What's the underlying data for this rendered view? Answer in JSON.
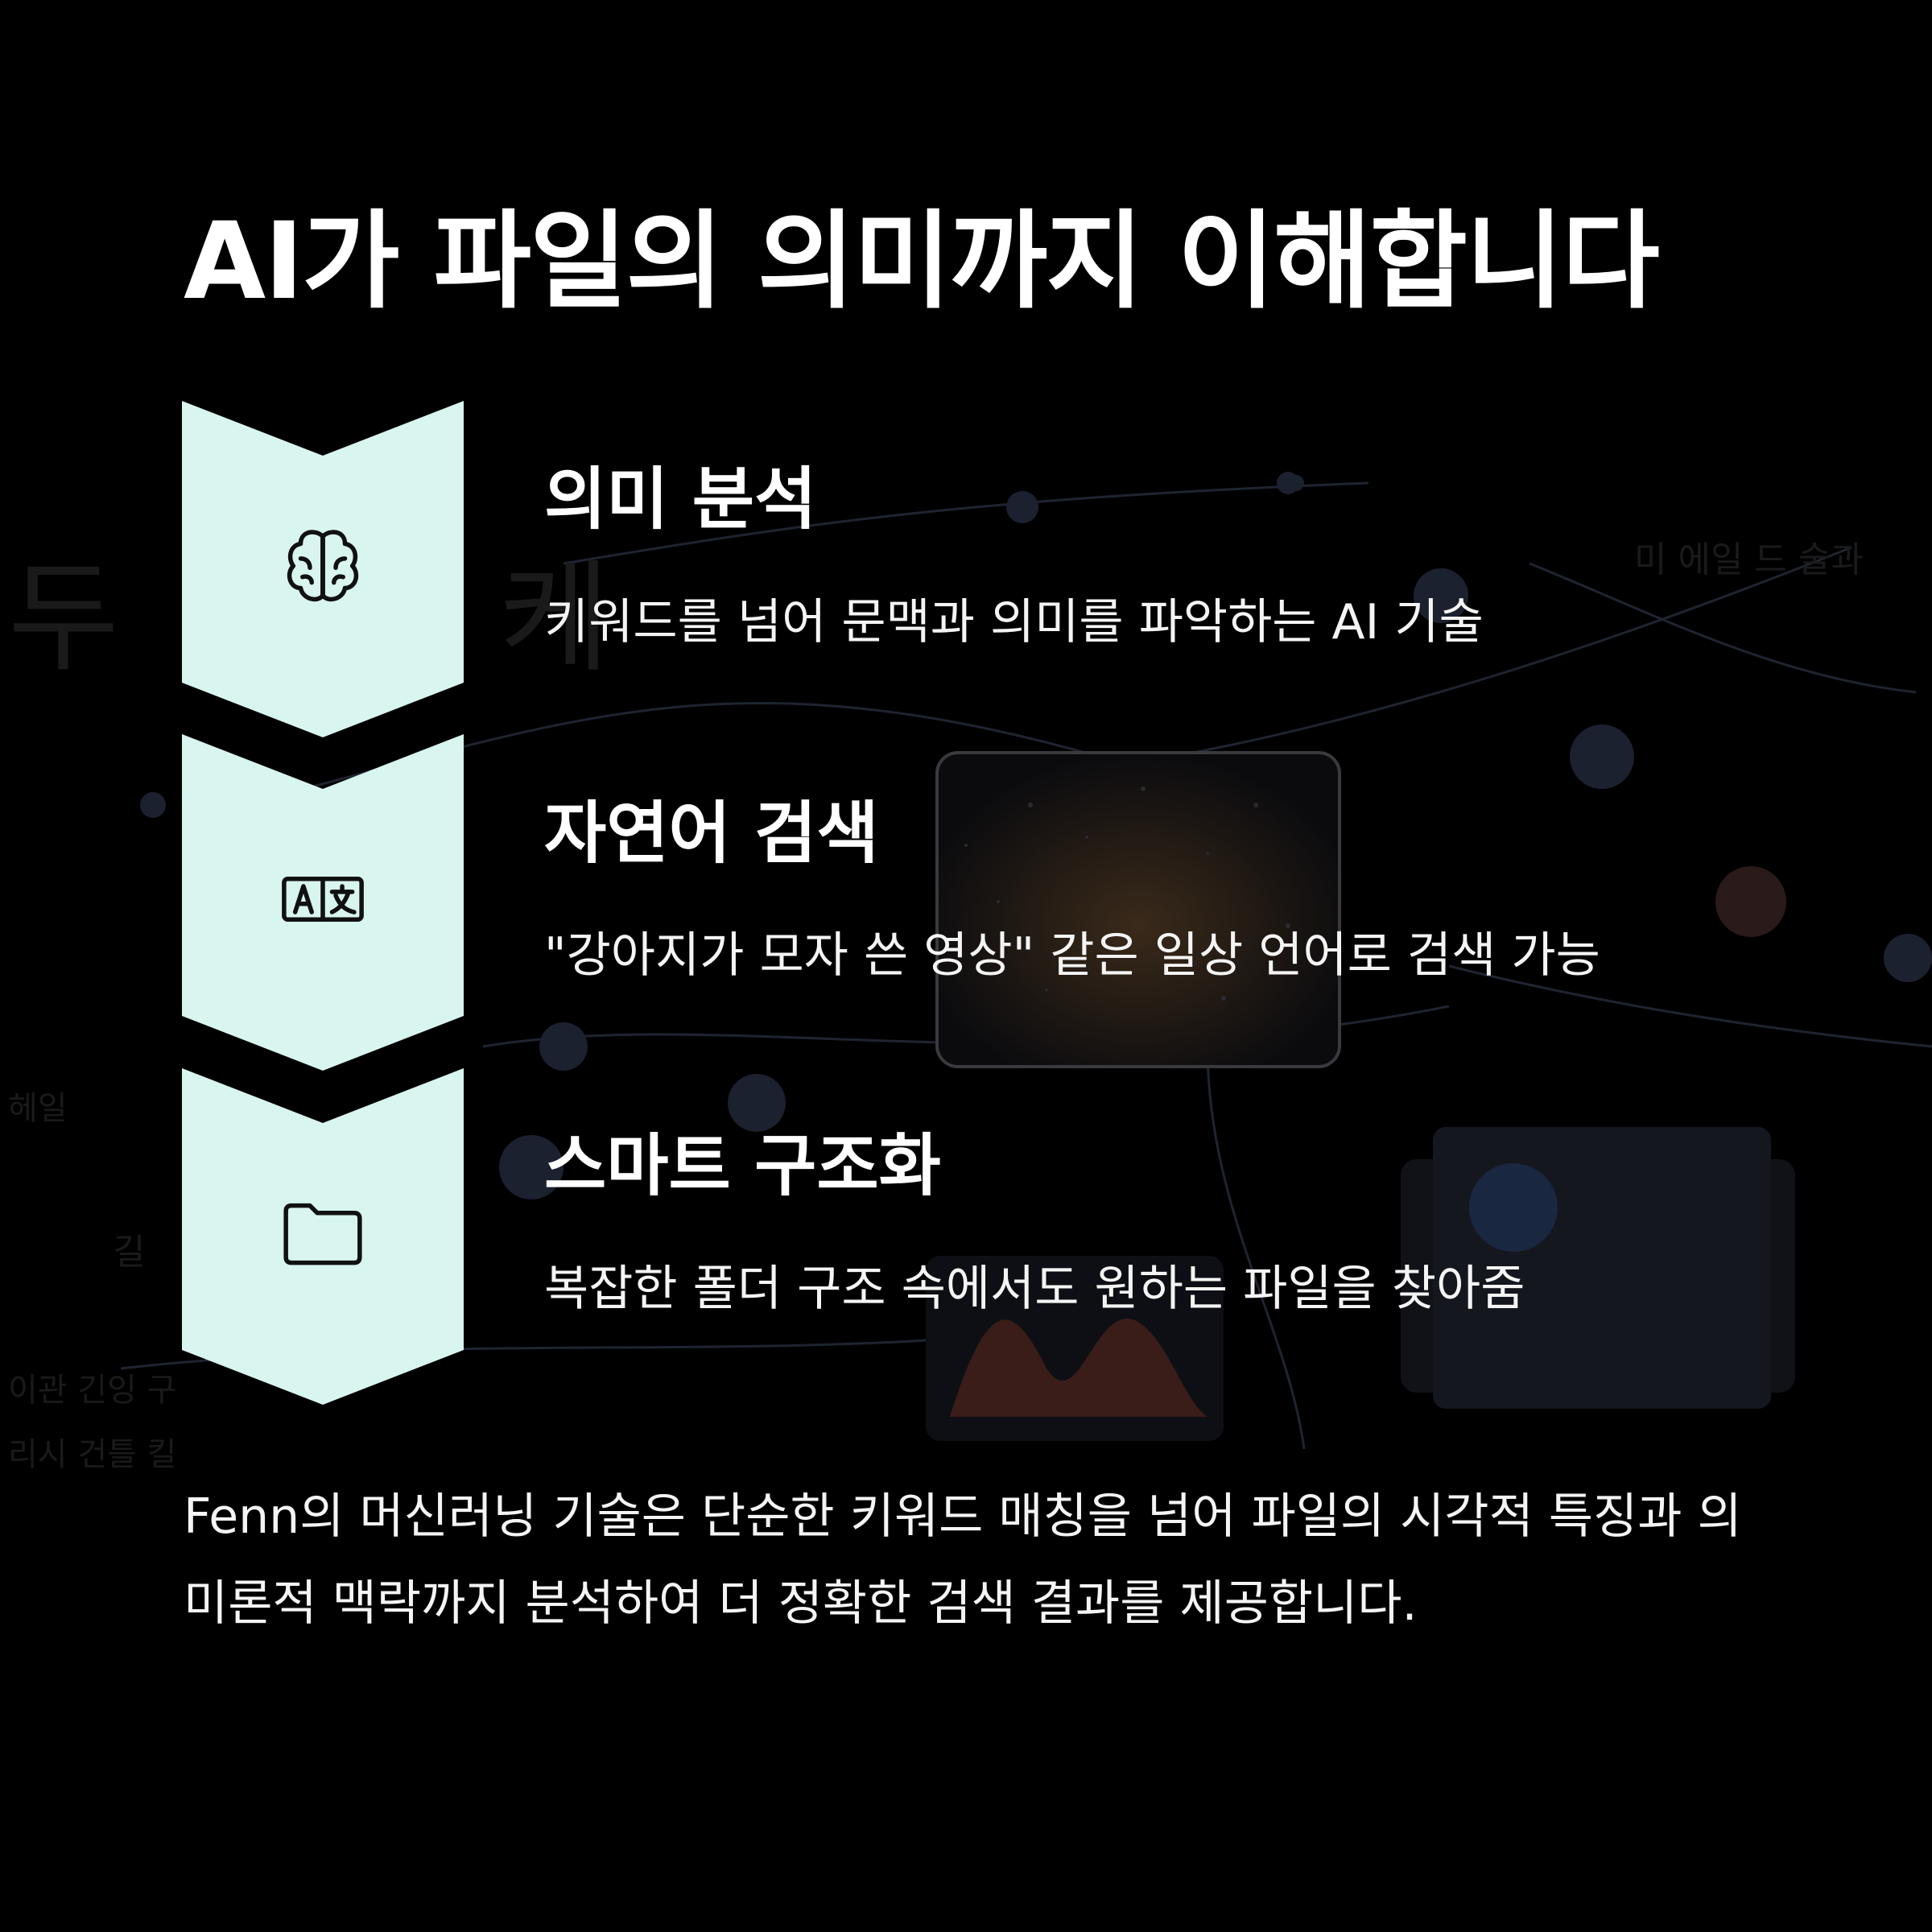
{
  "colors": {
    "background": "#000000",
    "chevron_fill": "#d8f5ef",
    "icon_stroke": "#111111",
    "text": "#ffffff"
  },
  "title": "AI가 파일의 의미까지 이해합니다",
  "features": [
    {
      "icon": "brain-icon",
      "title": "의미 분석",
      "description": "키워드를 넘어 문맥과 의미를 파악하는 AI 기술"
    },
    {
      "icon": "translate-icon",
      "title": "자연어 검색",
      "description": "\"강아지가 모자 쓴 영상\" 같은 일상 언어로 검색 가능"
    },
    {
      "icon": "folder-icon",
      "title": "스마트 구조화",
      "description": "복잡한 폴더 구조 속에서도 원하는 파일을 찾아줌"
    }
  ],
  "summary": "Fenn의 머신러닝 기술은 단순한 키워드 매칭을 넘어 파일의 시각적 특징과 의미론적 맥락까지 분석하여 더 정확한 검색 결과를 제공합니다."
}
